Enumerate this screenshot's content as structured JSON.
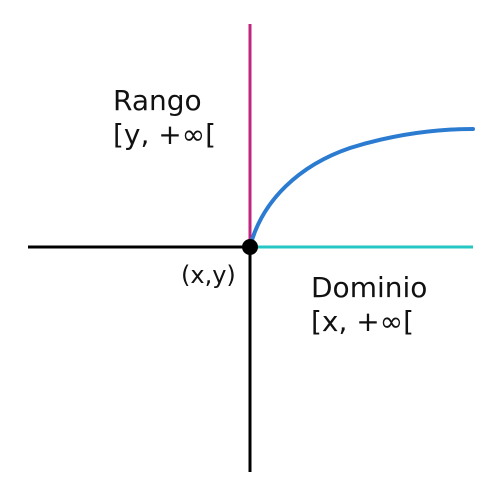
{
  "labels": {
    "range_title": "Rango",
    "range_interval": "[y, +∞[",
    "domain_title": "Dominio",
    "domain_interval": "[x, +∞[",
    "origin_point": "(x,y)"
  },
  "colors": {
    "axis": "#000000",
    "range_line": "#c2257f",
    "domain_line": "#26c7c3",
    "curve": "#2b7bd1",
    "point": "#000000",
    "background": "#ffffff"
  }
}
